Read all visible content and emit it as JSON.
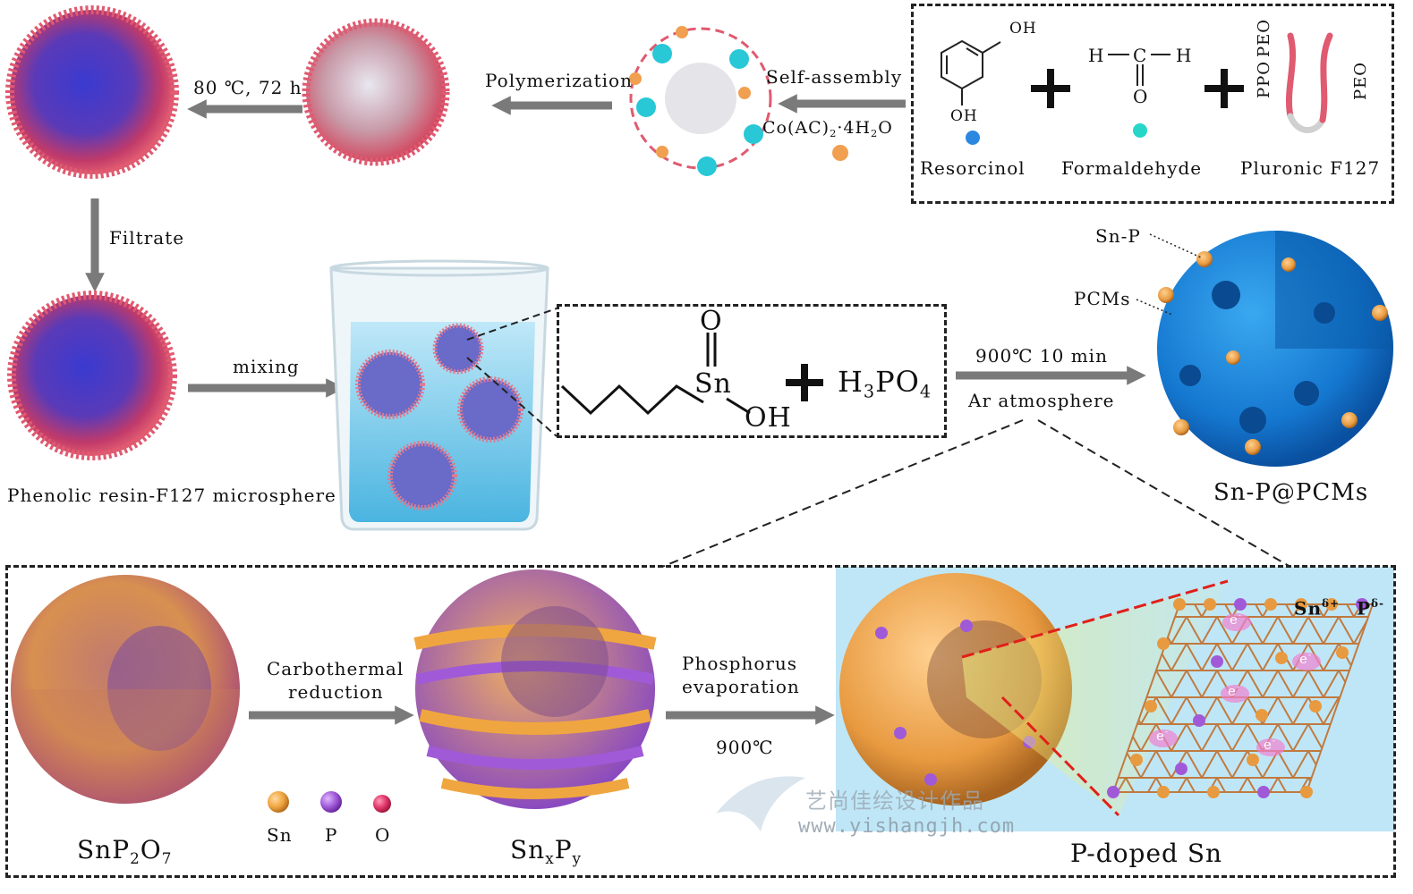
{
  "top_row": {
    "reagents": {
      "resorcinol": "Resorcinol",
      "formaldehyde": "Formaldehyde",
      "pluronic": "Pluronic F127",
      "oh_top": "OH",
      "oh_bottom": "OH",
      "h_left": "H",
      "c": "C",
      "h_right": "H",
      "o": "O",
      "ppo": "PPO",
      "peo_1": "PEO",
      "peo_2": "PEO"
    },
    "self_assembly": "Self-assembly",
    "co_reagent": "Co(AC)",
    "co_sub": "2",
    "co_tail": "·4H",
    "co_sub2": "2",
    "co_end": "O",
    "polymerization": "Polymerization",
    "aging": "80 ℃, 72 h"
  },
  "middle_row": {
    "filtrate": "Filtrate",
    "mixing": "mixing",
    "microsphere_label": "Phenolic resin-F127 microsphere",
    "sn_label": "Sn",
    "o_label": "O",
    "oh_label": "OH",
    "acid_h": "H",
    "acid_sub3": "3",
    "acid_po": "PO",
    "acid_sub4": "4",
    "calcination": "900℃ 10 min",
    "atmosphere": "Ar atmosphere",
    "sn_p": "Sn-P",
    "pcms": "PCMs",
    "product": "Sn-P@PCMs"
  },
  "bottom_row": {
    "snp2o7_a": "SnP",
    "snp2o7_b": "2",
    "snp2o7_c": "O",
    "snp2o7_d": "7",
    "carbothermal_1": "Carbothermal",
    "carbothermal_2": "reduction",
    "snxpy_a": "Sn",
    "snxpy_b": "x",
    "snxpy_c": "P",
    "snxpy_d": "y",
    "phosphorus_1": "Phosphorus",
    "phosphorus_2": "evaporation",
    "temp": "900℃",
    "pdoped": "P-doped Sn",
    "legend": [
      {
        "label": "Sn",
        "color": "#f0a640"
      },
      {
        "label": "P",
        "color": "#a05ad8"
      },
      {
        "label": "O",
        "color": "#e0356a"
      }
    ],
    "sn_delta": "Sn",
    "sn_delta_sup": "δ+",
    "p_delta": "P",
    "p_delta_sup": "δ-",
    "electron": "e",
    "electron_sup": "-"
  },
  "watermark": {
    "cn": "艺尚佳绘设计作品",
    "url": "www.yishangjh.com"
  },
  "colors": {
    "arrow": "#7a7a7a",
    "sn": "#f0a640",
    "p": "#a05ad8",
    "o": "#e0356a",
    "carbon": "#1a78d0",
    "resorcinol_dot": "#2a88e0",
    "formaldehyde_dot": "#28d6c8",
    "cobalt_dot": "#f0a050"
  }
}
